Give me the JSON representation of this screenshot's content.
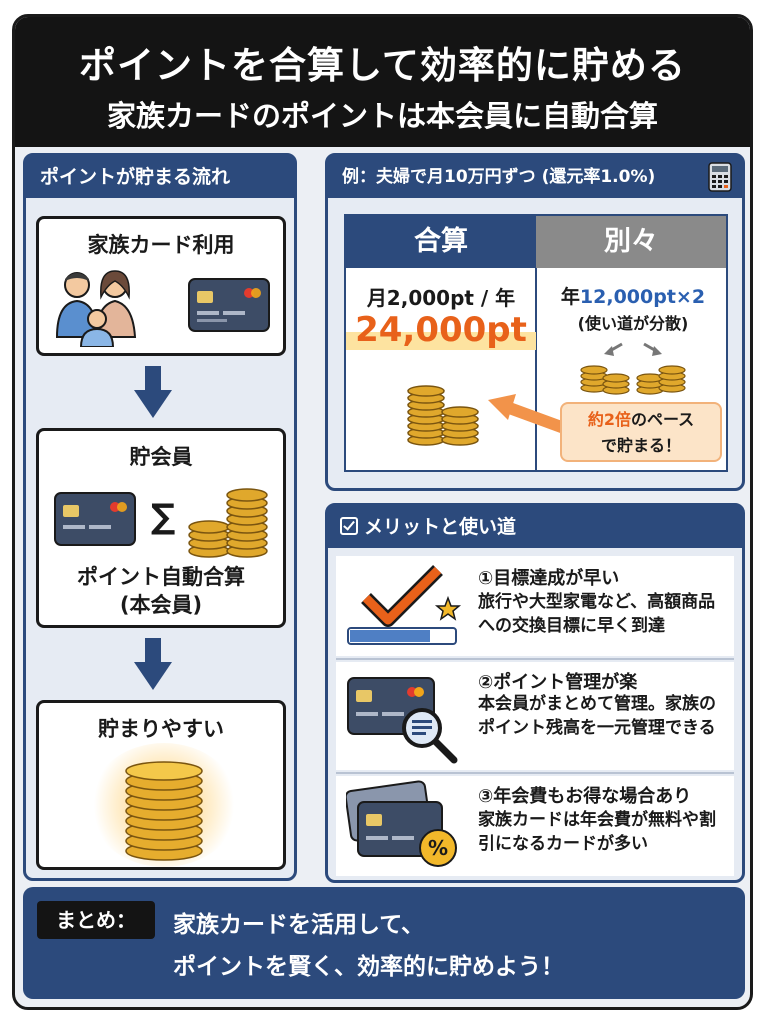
{
  "header": {
    "title": "ポイントを合算して効率的に貯める",
    "subtitle": "家族カードのポイントは本会員に自動合算"
  },
  "flow": {
    "title": "ポイントが貯まる流れ",
    "step1": "家族カード利用",
    "step2_title": "貯会員",
    "step2_line1": "ポイント自動合算",
    "step2_line2": "(本会員)",
    "step3": "貯まりやすい"
  },
  "example": {
    "title": "例：夫婦で月10万円ずつ (還元率1.0%)",
    "combined_header": "合算",
    "combined_line": "月2,000pt / 年",
    "combined_total": "24,000pt",
    "separate_header": "別々",
    "separate_prefix": "年",
    "separate_value": "12,000pt×2",
    "separate_note": "(使い道が分散)",
    "callout_line1_accent": "約2倍",
    "callout_line1_rest": "のペース",
    "callout_line2": "で貯まる！"
  },
  "merits": {
    "title": "メリットと使い道",
    "items": [
      {
        "title": "①目標達成が早い",
        "desc": "旅行や大型家電など、高額商品への交換目標に早く到達"
      },
      {
        "title": "②ポイント管理が楽",
        "desc": "本会員がまとめて管理。家族のポイント残高を一元管理できる"
      },
      {
        "title": "③年会費もお得な場合あり",
        "desc": "家族カードは年会費が無料や割引になるカードが多い"
      }
    ]
  },
  "summary": {
    "label": "まとめ：",
    "line1": "家族カードを活用して、",
    "line2": "ポイントを賢く、効率的に貯めよう！"
  },
  "colors": {
    "navy": "#2c4a7c",
    "orange": "#e8611a",
    "blue_value": "#2a5fb0",
    "gray_header": "#8a8a8a",
    "gold": "#e0a82c"
  }
}
